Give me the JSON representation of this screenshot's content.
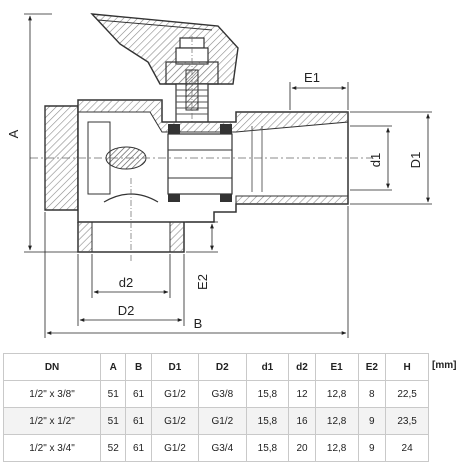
{
  "dimension_labels": {
    "A": "A",
    "B": "B",
    "D1": "D1",
    "d1": "d1",
    "D2": "D2",
    "d2": "d2",
    "E1": "E1",
    "E2": "E2"
  },
  "table": {
    "unit": "[mm]",
    "headers": [
      "DN",
      "A",
      "B",
      "D1",
      "D2",
      "d1",
      "d2",
      "E1",
      "E2",
      "H"
    ],
    "rows": [
      [
        "1/2\" x 3/8\"",
        "51",
        "61",
        "G1/2",
        "G3/8",
        "15,8",
        "12",
        "12,8",
        "8",
        "22,5"
      ],
      [
        "1/2\" x 1/2\"",
        "51",
        "61",
        "G1/2",
        "G1/2",
        "15,8",
        "16",
        "12,8",
        "9",
        "23,5"
      ],
      [
        "1/2\" x 3/4\"",
        "52",
        "61",
        "G1/2",
        "G3/4",
        "15,8",
        "20",
        "12,8",
        "9",
        "24"
      ]
    ]
  }
}
